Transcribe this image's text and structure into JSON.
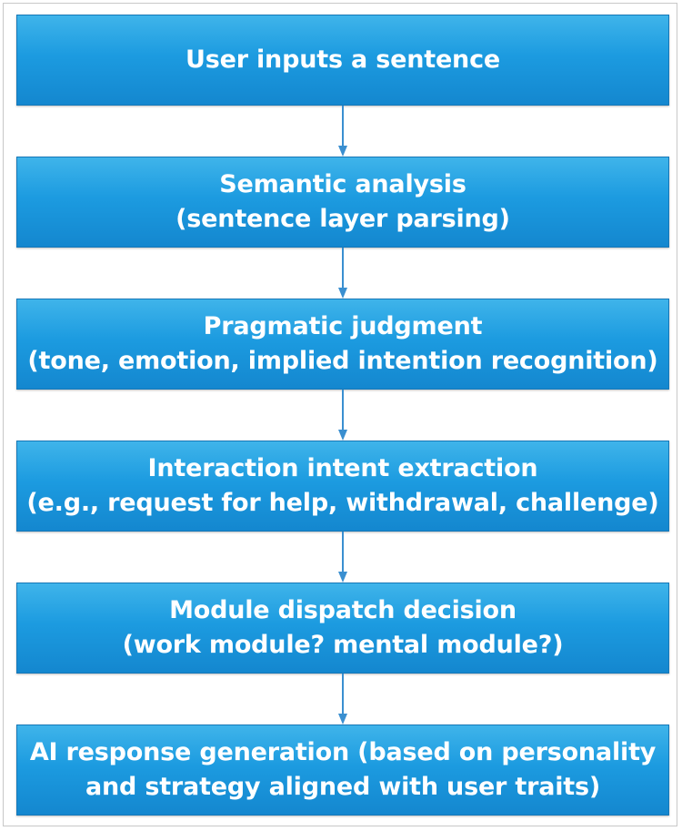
{
  "colors": {
    "box_fill": "#1c9be0",
    "box_border": "#1678b8",
    "arrow": "#3a8fd0",
    "text": "#ffffff"
  },
  "steps": [
    {
      "line1": "User inputs a sentence",
      "line2": ""
    },
    {
      "line1": "Semantic analysis",
      "line2": "(sentence layer parsing)"
    },
    {
      "line1": "Pragmatic judgment",
      "line2": "(tone, emotion, implied intention recognition)"
    },
    {
      "line1": "Interaction intent extraction",
      "line2": "(e.g., request for help, withdrawal, challenge)"
    },
    {
      "line1": "Module dispatch decision",
      "line2": "(work module? mental module?)"
    },
    {
      "line1": "AI response generation (based on personality",
      "line2": "and strategy aligned with user traits)"
    }
  ]
}
